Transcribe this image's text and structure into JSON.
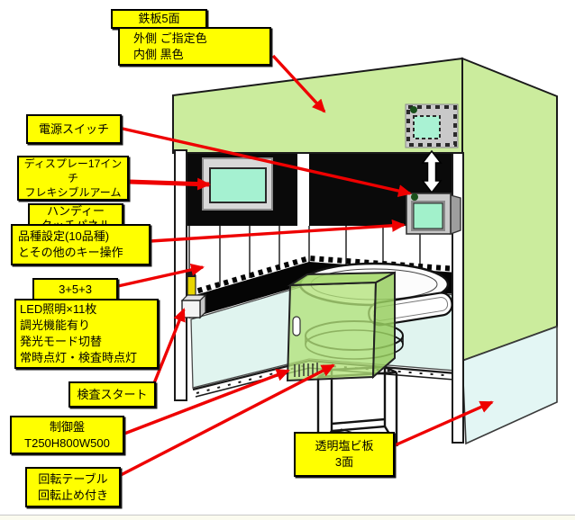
{
  "labels": [
    {
      "id": "steel-plate",
      "text": "鉄板5面"
    },
    {
      "id": "steel-colors",
      "text": "外側 ご指定色\n内側 黒色"
    },
    {
      "id": "power-switch",
      "text": "電源スイッチ"
    },
    {
      "id": "display-arm",
      "text": "ディスプレー17インチ\nフレキシブルアーム"
    },
    {
      "id": "handy-touch",
      "text": "ハンディー\nタッチパネル"
    },
    {
      "id": "variety-setting",
      "text": "品種設定(10品種)\nとその他のキー操作"
    },
    {
      "id": "led-count",
      "text": "3+5+3"
    },
    {
      "id": "led-lighting",
      "text": "LED照明×11枚\n調光機能有り\n発光モード切替\n常時点灯・検査時点灯"
    },
    {
      "id": "inspection-start",
      "text": "検査スタート"
    },
    {
      "id": "control-panel",
      "text": "制御盤\nT250H800W500"
    },
    {
      "id": "rotary-table",
      "text": "回転テーブル\n回転止め付き"
    },
    {
      "id": "clear-pvc",
      "text": "透明塩ビ板\n3面"
    }
  ],
  "colors": {
    "label_yellow": "#FFFF00",
    "arrow_red": "#EE0000",
    "booth_green": "#CBEC9D",
    "control_box_green": "#B2E27A",
    "screen_teal": "#A5F1D1",
    "pvc_light_blue": "#E3F6F4",
    "interior_black": "#0A0A0A",
    "bezel_gray": "#C9C9C9"
  }
}
